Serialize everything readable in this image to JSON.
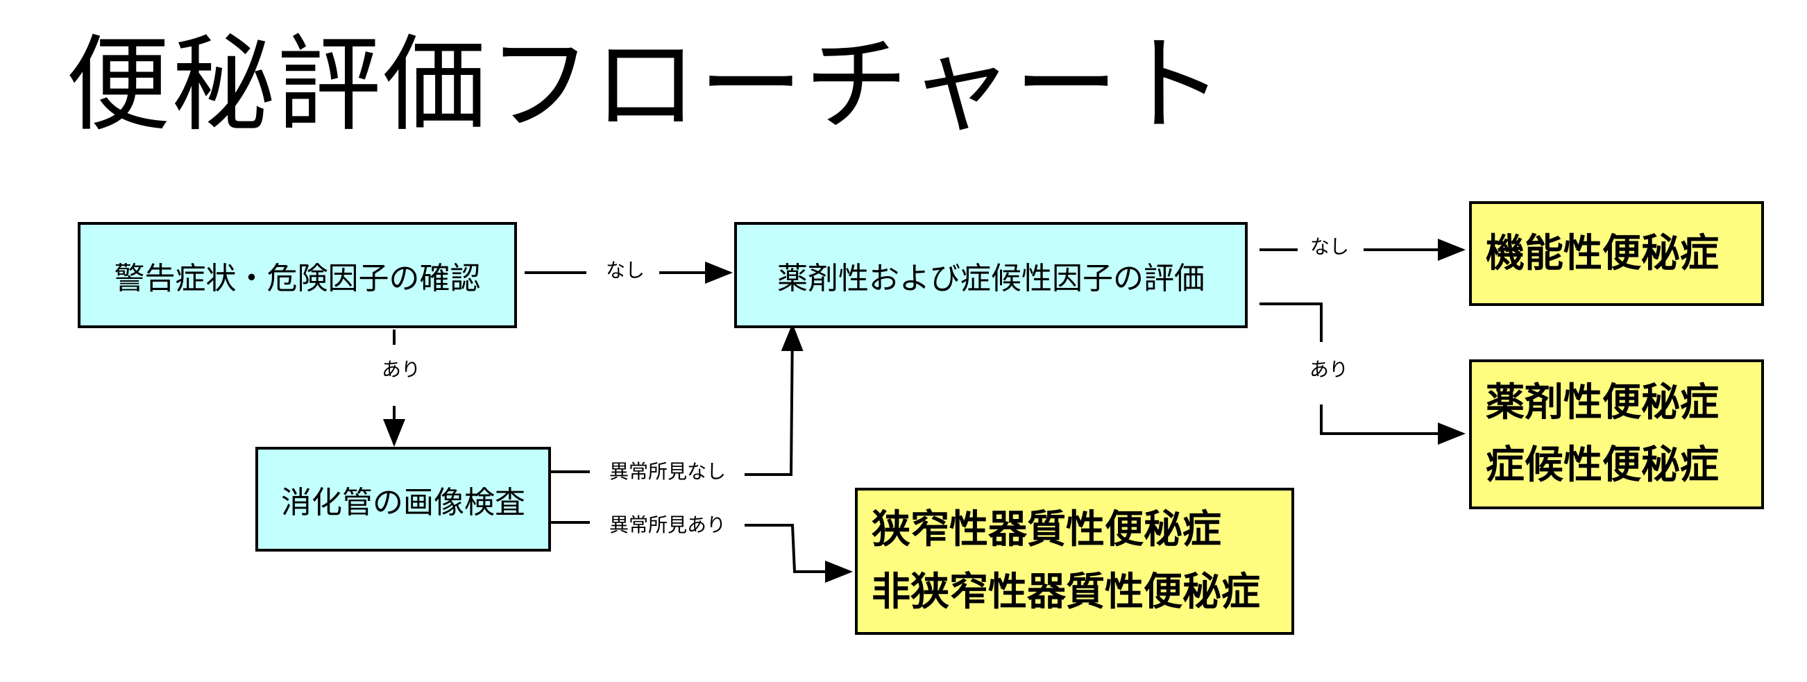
{
  "title": "便秘評価フローチャート",
  "nodes": {
    "warning_check": "警告症状・危険因子の確認",
    "drug_eval": "薬剤性および症候性因子の評価",
    "imaging": "消化管の画像検査",
    "functional": "機能性便秘症",
    "drug_symptomatic": [
      "薬剤性便秘症",
      "症候性便秘症"
    ],
    "organic": [
      "狭窄性器質性便秘症",
      "非狭窄性器質性便秘症"
    ]
  },
  "edges": {
    "warning_none": "なし",
    "warning_yes": "あり",
    "drug_none": "なし",
    "drug_yes": "あり",
    "imaging_normal": "異常所見なし",
    "imaging_abnormal": "異常所見あり"
  },
  "colors": {
    "process_fill": "#c2fffd",
    "result_fill": "#fffd7f",
    "stroke": "#000000"
  }
}
